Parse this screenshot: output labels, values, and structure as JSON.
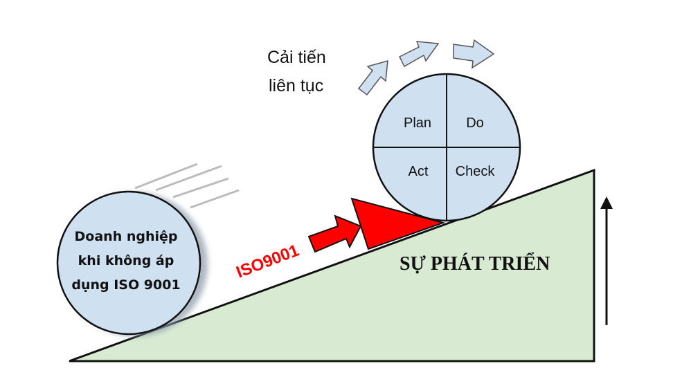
{
  "continuous_improvement": {
    "line1": "Cải tiến",
    "line2": "liên tục"
  },
  "pdca": {
    "plan": "Plan",
    "do": "Do",
    "act": "Act",
    "check": "Check"
  },
  "company_circle": {
    "line1": "Doanh nghiệp",
    "line2": "khi không áp",
    "line3": "dụng ISO 9001"
  },
  "iso_label": "ISO9001",
  "growth_label": "SỰ PHÁT TRIỂN",
  "colors": {
    "circle_fill": "#cfe0f1",
    "slope_fill": "#d9ead3",
    "iso_red": "#ff0000",
    "arrow_fill": "#cfe0f1"
  }
}
